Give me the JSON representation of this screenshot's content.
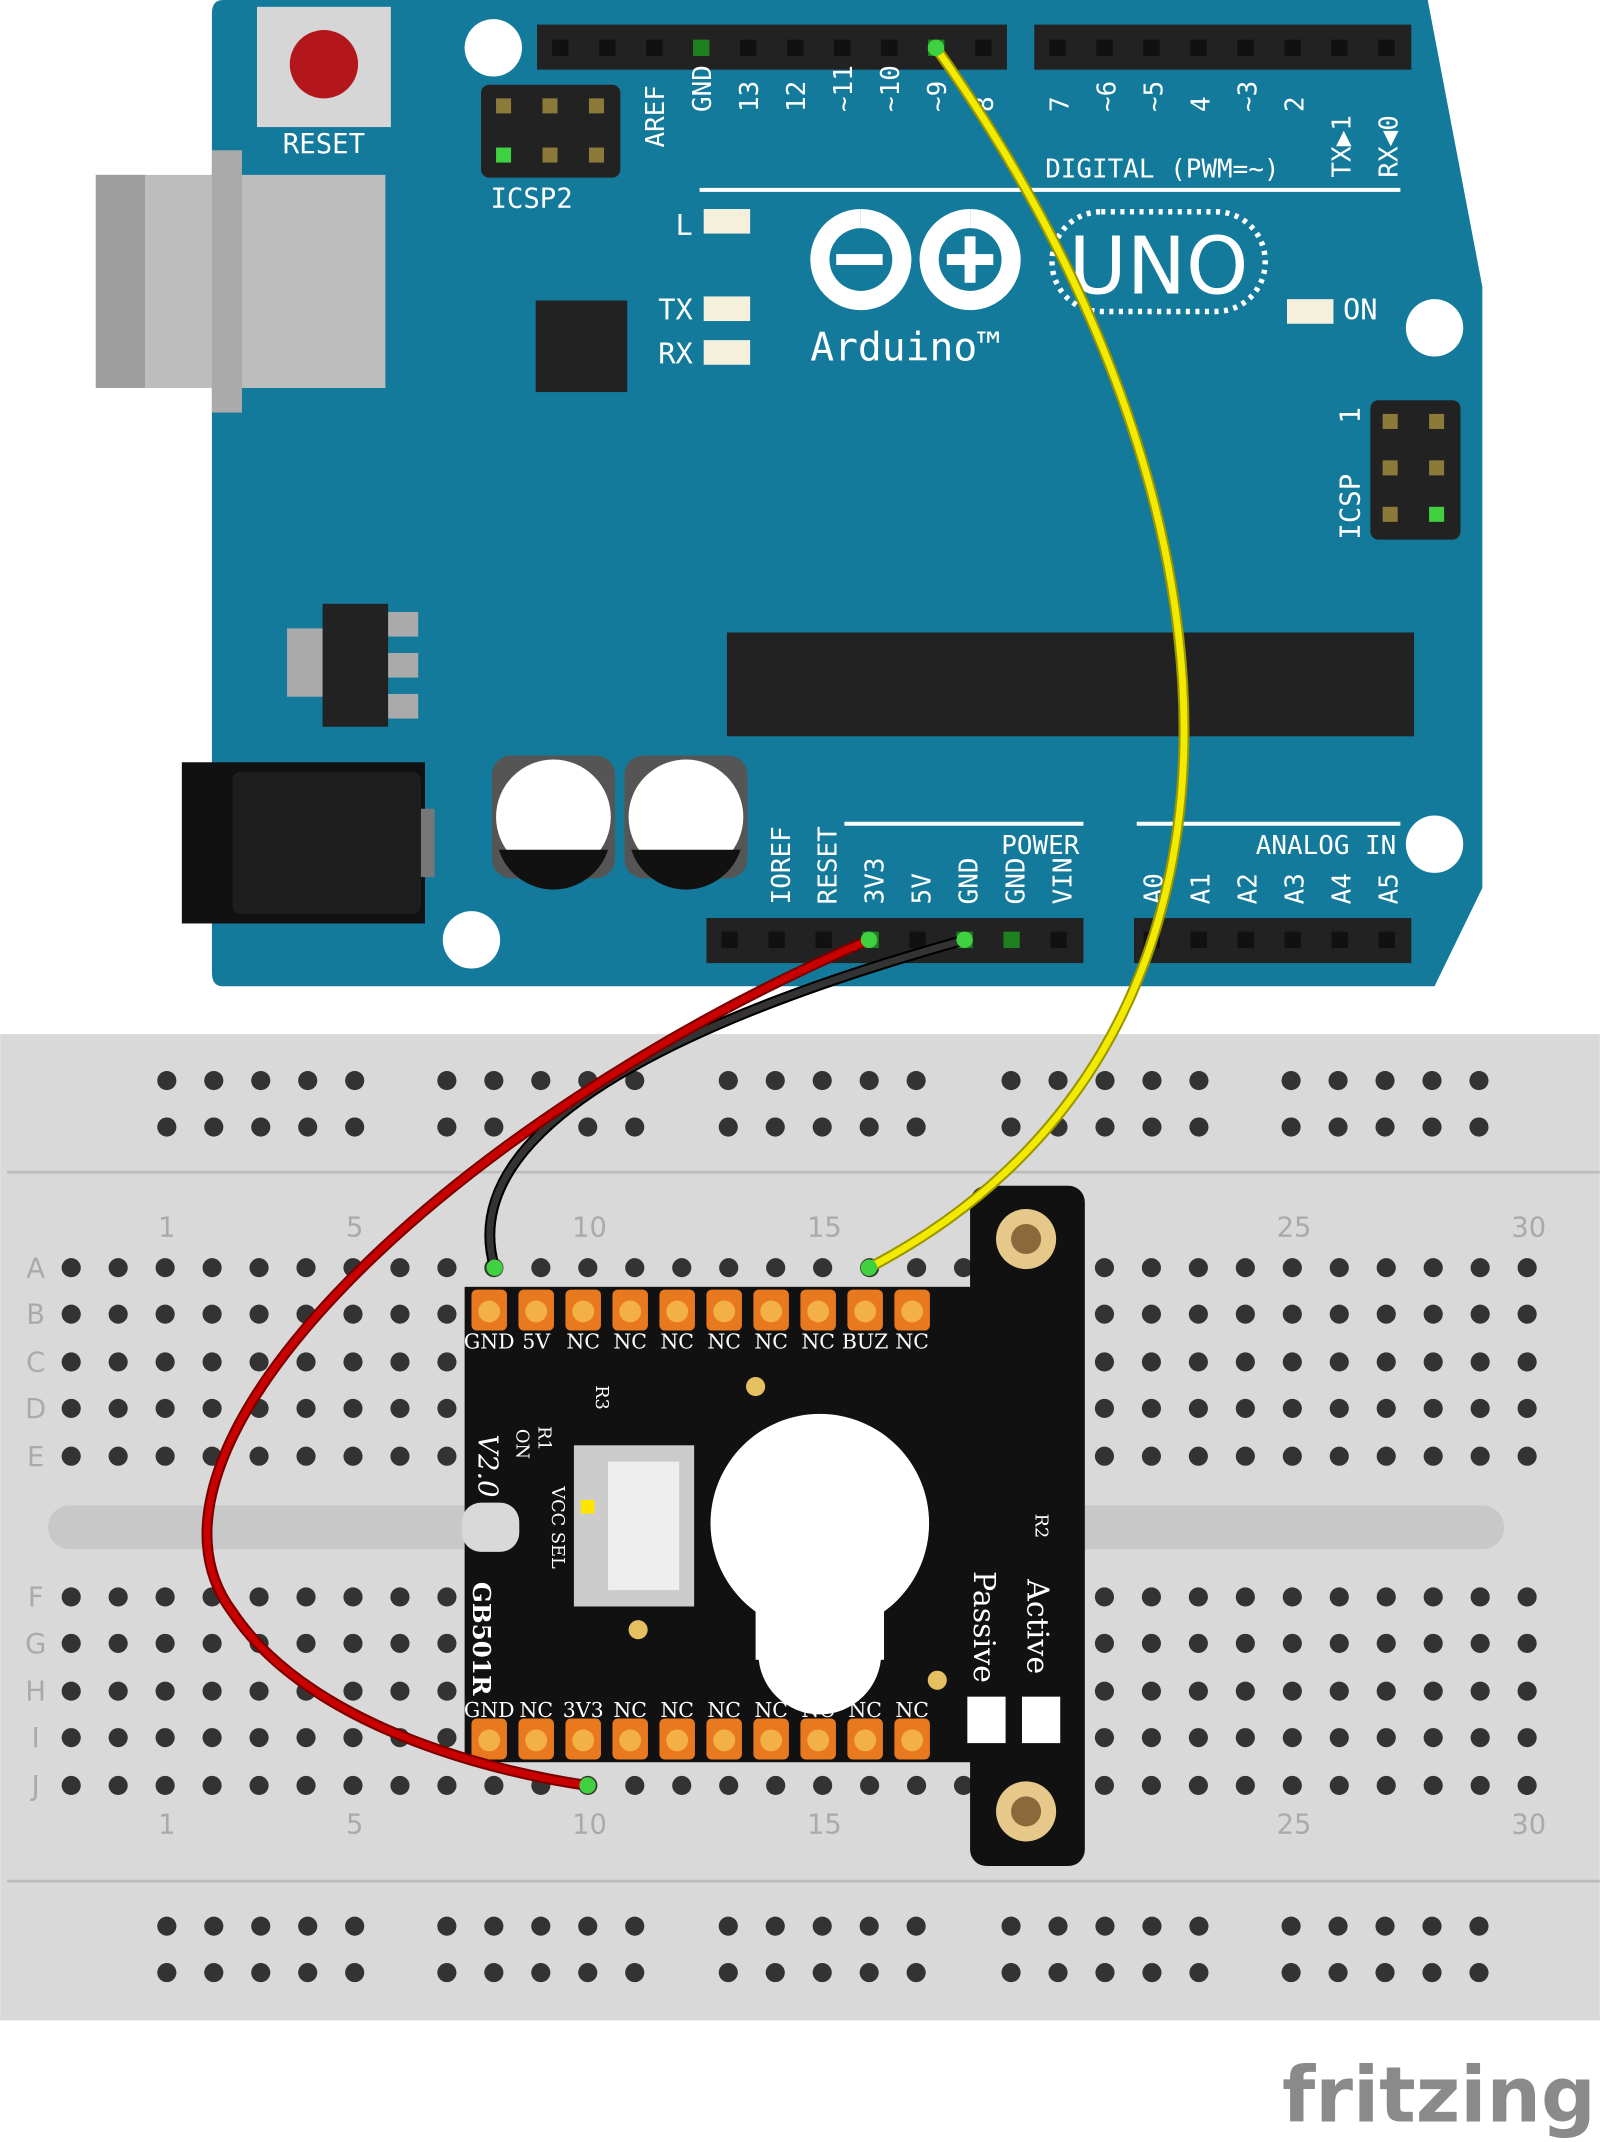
{
  "arduino": {
    "reset_label": "RESET",
    "icsp2_label": "ICSP2",
    "digital_pins": [
      "AREF",
      "GND",
      "13",
      "12",
      "~11",
      "~10",
      "~9",
      "8"
    ],
    "digital_pins_2": [
      "7",
      "~6",
      "~5",
      "4",
      "~3",
      "2",
      "TX▶1",
      "RX◀0"
    ],
    "digital_label": "DIGITAL (PWM=~)",
    "led_l": "L",
    "led_tx": "TX",
    "led_rx": "RX",
    "brand": "Arduino™",
    "model": "UNO",
    "on_label": "ON",
    "icsp_label": "ICSP",
    "icsp_pin1": "1",
    "power_pins": [
      "IOREF",
      "RESET",
      "3V3",
      "5V",
      "GND",
      "GND",
      "VIN"
    ],
    "power_label": "POWER",
    "analog_pins": [
      "A0",
      "A1",
      "A2",
      "A3",
      "A4",
      "A5"
    ],
    "analog_label": "ANALOG IN"
  },
  "breadboard": {
    "column_labels": [
      "1",
      "5",
      "10",
      "15",
      "25",
      "30"
    ],
    "row_labels_top": [
      "A",
      "B",
      "C",
      "D",
      "E"
    ],
    "row_labels_bottom": [
      "F",
      "G",
      "H",
      "I",
      "J"
    ]
  },
  "module": {
    "top_pins": [
      "GND",
      "5V",
      "NC",
      "NC",
      "NC",
      "NC",
      "NC",
      "NC",
      "BUZ",
      "NC"
    ],
    "bottom_pins": [
      "GND",
      "NC",
      "3V3",
      "NC",
      "NC",
      "NC",
      "NC",
      "NC",
      "NC",
      "NC"
    ],
    "version": "V2.0",
    "r1": "R1",
    "r3": "R3",
    "r2": "R2",
    "on": "ON",
    "vcc_sel": "VCC SEL",
    "model": "GB501R",
    "active": "Active",
    "passive": "Passive"
  },
  "wires": {
    "yellow": "#f2ea00",
    "red": "#c80000",
    "black": "#222222"
  },
  "colors": {
    "board": "#147a9b",
    "breadboard": "#d9d9d9"
  },
  "logo": "fritzing"
}
